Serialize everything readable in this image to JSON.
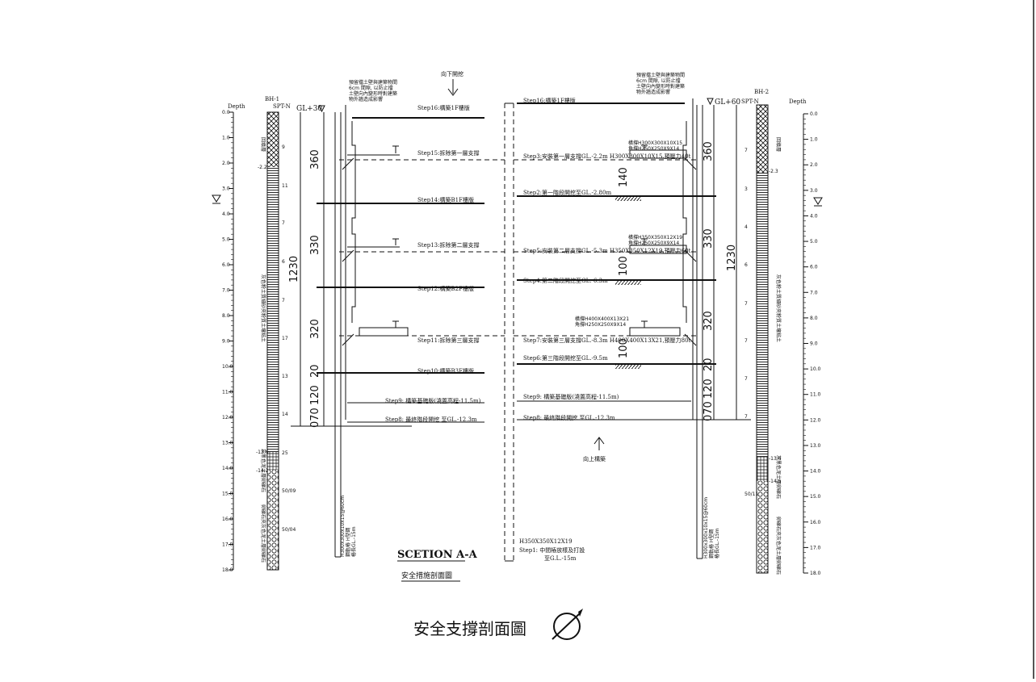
{
  "frame": {
    "right_rule_color": "#555555"
  },
  "direction_labels": {
    "down_excavation": "向下開挖",
    "up_construction": "向上構築"
  },
  "boreholes": [
    {
      "id": "BH-1",
      "spt_header": "SPT-N",
      "depth_header": "Depth",
      "gl_label": "GL+30",
      "spt_values": [
        "9",
        "11",
        "7",
        "6",
        "7",
        "17",
        "13",
        "14",
        "25",
        "50/09",
        "50/04"
      ],
      "layer_marks": [
        "-2.2",
        "-13.6",
        "-14.2"
      ],
      "layer_notes": [
        "回填層",
        "灰色粉土質細砂夾粉質土壤粘土",
        "灰黑色泥土層卵礫石",
        "卵礫石夾灰色泥土層卵礫石"
      ]
    },
    {
      "id": "BH-2",
      "spt_header": "SPT-N",
      "depth_header": "Depth",
      "gl_label": "GL+60",
      "spt_values": [
        "7",
        "3",
        "4",
        "6",
        "7",
        "7",
        "7",
        "7",
        "50/11"
      ],
      "layer_marks": [
        "-2.3",
        "-13.6",
        "-14.5"
      ],
      "layer_notes": [
        "回填層",
        "灰色粉土質細砂夾粉質土壤粘土",
        "灰黑色泥土層卵礫石",
        "卵礫石夾灰色泥土層卵礫石"
      ]
    }
  ],
  "depth_ticks": [
    "0.0",
    "1.0",
    "2.0",
    "3.0",
    "4.0",
    "5.0",
    "6.0",
    "7.0",
    "8.0",
    "9.0",
    "10.0",
    "11.0",
    "12.0",
    "13.0",
    "14.0",
    "15.0",
    "16.0",
    "17.0",
    "18.0"
  ],
  "dimensions_left": {
    "segments": [
      "360",
      "330",
      "320",
      "20",
      "120",
      "070"
    ],
    "total": "1230"
  },
  "dimensions_right": {
    "segments": [
      "360",
      "330",
      "320",
      "20",
      "120",
      "070"
    ],
    "total": "1230",
    "struts": [
      "140",
      "100",
      "100"
    ]
  },
  "left_wall_note": {
    "line1": "預留擋土壁與建築物間",
    "line2": "6cm 間隙, 以防止擋",
    "line3": "土壁向內變形時對建築",
    "line4": "物外牆造成影響"
  },
  "right_wall_note": {
    "line1": "預留擋土壁與建築物間",
    "line2": "6cm 間隙, 以防止擋",
    "line3": "土壁向內變形時對建築",
    "line4": "物外牆造成影響"
  },
  "left_steps": [
    "Step16:構築1F樓版",
    "Step15:拆除第一層支撐",
    "Step14:構築B1F樓版",
    "Step13:拆除第二層支撐",
    "Step12:構築B2F樓版",
    "Step11:拆除第三層支撐",
    "Step10:構築B3F樓版",
    "Step9: 構築基礎版(澆置高程-11.5m)",
    "Step8: 最終階段開挖 至GL.-12.3m"
  ],
  "right_steps": [
    "Step16:構築1F樓版",
    "Step3:安裝第一層支撐GL.-2.2m  H300X300X10X15,預壓力40t",
    "Step2:第一階段開挖至GL.-2.80m",
    "Step5:安裝第二層支撐GL.-5.3m  H350X350X12X19,預壓力60t",
    "Step4:第二階段開挖至GL.-6.3m",
    "Step7:安裝第三層支撐GL.-8.3m  H400X400X13X21,預壓力80t",
    "Step6:第三階段開挖至GL.-9.5m",
    "Step9: 構築基礎版(澆置高程-11.5m)",
    "Step8: 最終階段開挖 至GL.-12.3m"
  ],
  "strut_specs": [
    {
      "line1": "橫撐H300X300X10X15",
      "line2": "角撐H250X250X9X14"
    },
    {
      "line1": "橫撐H350X350X12X19",
      "line2": "角撐H250X250X9X14"
    },
    {
      "line1": "橫撐H400X400X13X21",
      "line2": "角撐H250X250X9X14"
    }
  ],
  "center_pile": {
    "spec": "H350X350X12X19",
    "step1_line1": "Step1: 中間樁放樣及打設",
    "step1_line2": "至G.L.-15m"
  },
  "wall_spec_left": {
    "line1": "H300x300x10x15@60cm",
    "line2": "鋼軌樁 H型鋼",
    "line3": "樁長GL.-15m"
  },
  "wall_spec_right": {
    "line1": "H300x300x10x15@60cm",
    "line2": "鋼軌樁 H型鋼",
    "line3": "樁長GL.-15m"
  },
  "section": {
    "title": "SCETION A-A",
    "subtitle": "安全措施剖面圖"
  },
  "drawing_title": "安全支撐剖面圖"
}
